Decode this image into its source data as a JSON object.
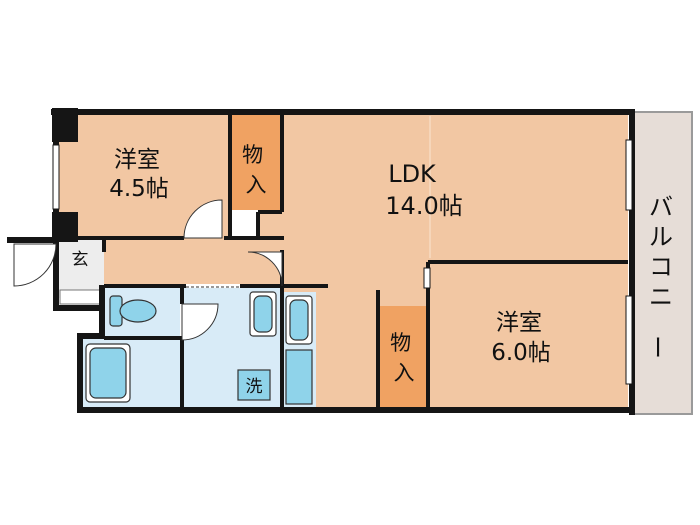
{
  "colors": {
    "room_wood": "#f2c7a3",
    "storage": "#f0a262",
    "wet_area": "#d8ebf7",
    "fixture": "#8fd3ea",
    "wall": "#151515",
    "balcony": "#e6ddd7",
    "entrance": "#ededed"
  },
  "rooms": {
    "bedroom1_name": "洋室",
    "bedroom1_size": "4.5帖",
    "closet1": "物入",
    "ldk_name": "LDK",
    "ldk_size": "14.0帖",
    "bedroom2_name": "洋室",
    "bedroom2_size": "6.0帖",
    "closet2": "物入",
    "entrance": "玄",
    "washer": "洗",
    "balcony": "バルコニー"
  },
  "icons": [
    "door-swing-icon",
    "toilet-icon",
    "bathtub-icon",
    "sink-icon",
    "washing-machine-icon"
  ]
}
